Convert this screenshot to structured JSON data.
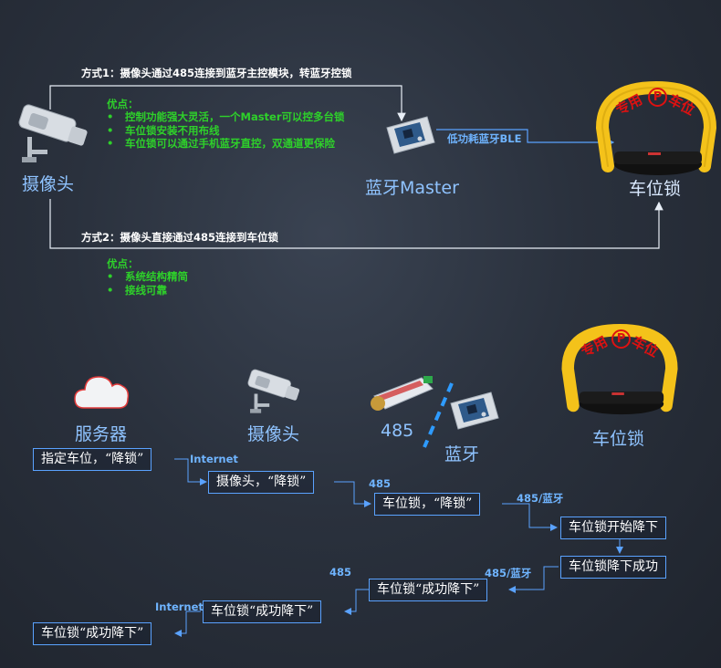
{
  "top": {
    "camera_label": "摄像头",
    "master_label": "蓝牙Master",
    "lock_label": "车位锁",
    "method1": "方式1：摄像头通过485连接到蓝牙主控模块，转蓝牙控锁",
    "method2": "方式2：摄像头直接通过485连接到车位锁",
    "ble_label": "低功耗蓝牙BLE",
    "adv1_title": "优点：",
    "adv1_items": [
      "控制功能强大灵活，一个Master可以控多台锁",
      "车位锁安装不用布线",
      "车位锁可以通过手机蓝牙直控，双通道更保险"
    ],
    "adv2_title": "优点：",
    "adv2_items": [
      "系统结构精简",
      "接线可靠"
    ],
    "lock_sign": {
      "left": "专用",
      "mid": "P",
      "right": "车位"
    }
  },
  "bottom": {
    "server_label": "服务器",
    "camera_label": "摄像头",
    "rs485_label": "485",
    "bt_label": "蓝牙",
    "lock_label": "车位锁",
    "lock_sign": {
      "left": "专用",
      "mid": "P",
      "right": "车位"
    },
    "steps": [
      "指定车位，“降锁”",
      "摄像头，“降锁”",
      "车位锁，“降锁”",
      "车位锁开始降下",
      "车位锁降下成功",
      "车位锁“成功降下”",
      "车位锁“成功降下”",
      "车位锁“成功降下”"
    ],
    "links": {
      "internet1": "Internet",
      "r485_1": "485",
      "r485bt_1": "485/蓝牙",
      "r485bt_2": "485/蓝牙",
      "r485_2": "485",
      "internet2": "Internet"
    }
  },
  "colors": {
    "accent": "#5aa2ff",
    "green": "#2ed12a",
    "lock_yellow": "#f4c21a"
  }
}
